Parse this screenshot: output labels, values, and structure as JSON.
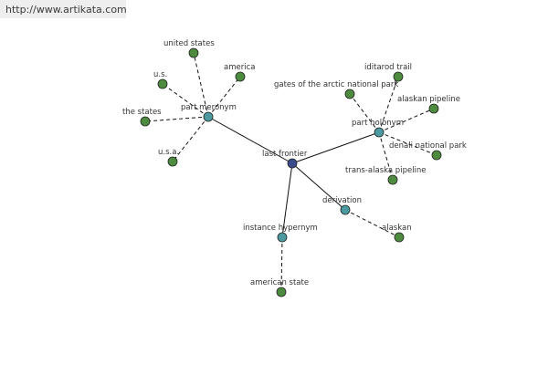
{
  "header": {
    "url": "http://www.artikata.com"
  },
  "colors": {
    "center": "#3b4a8c",
    "relation": "#4a9aa0",
    "leaf": "#4d8c3e"
  },
  "graph": {
    "nodes": [
      {
        "id": "center",
        "label": "last frontier",
        "kind": "center"
      },
      {
        "id": "part_meronym",
        "label": "part meronym",
        "kind": "relation"
      },
      {
        "id": "part_holonym",
        "label": "part holonym",
        "kind": "relation"
      },
      {
        "id": "derivation",
        "label": "derivation",
        "kind": "relation"
      },
      {
        "id": "instance_hypernym",
        "label": "instance hypernym",
        "kind": "relation"
      },
      {
        "id": "united_states",
        "label": "united states",
        "kind": "leaf"
      },
      {
        "id": "us",
        "label": "u.s.",
        "kind": "leaf"
      },
      {
        "id": "america",
        "label": "america",
        "kind": "leaf"
      },
      {
        "id": "the_states",
        "label": "the states",
        "kind": "leaf"
      },
      {
        "id": "usa",
        "label": "u.s.a.",
        "kind": "leaf"
      },
      {
        "id": "iditarod_trail",
        "label": "iditarod trail",
        "kind": "leaf"
      },
      {
        "id": "gates_arctic",
        "label": "gates of the arctic national park",
        "kind": "leaf"
      },
      {
        "id": "alaskan_pipeline",
        "label": "alaskan pipeline",
        "kind": "leaf"
      },
      {
        "id": "denali",
        "label": "denali national park",
        "kind": "leaf"
      },
      {
        "id": "trans_alaska",
        "label": "trans-alaska pipeline",
        "kind": "leaf"
      },
      {
        "id": "alaskan",
        "label": "alaskan",
        "kind": "leaf"
      },
      {
        "id": "american_state",
        "label": "american state",
        "kind": "leaf"
      }
    ],
    "edges": [
      {
        "from": "center",
        "to": "part_meronym",
        "style": "solid"
      },
      {
        "from": "center",
        "to": "part_holonym",
        "style": "solid"
      },
      {
        "from": "center",
        "to": "derivation",
        "style": "solid"
      },
      {
        "from": "center",
        "to": "instance_hypernym",
        "style": "solid"
      },
      {
        "from": "part_meronym",
        "to": "united_states",
        "style": "dashed"
      },
      {
        "from": "part_meronym",
        "to": "us",
        "style": "dashed"
      },
      {
        "from": "part_meronym",
        "to": "america",
        "style": "dashed"
      },
      {
        "from": "part_meronym",
        "to": "the_states",
        "style": "dashed"
      },
      {
        "from": "part_meronym",
        "to": "usa",
        "style": "dashed"
      },
      {
        "from": "part_holonym",
        "to": "iditarod_trail",
        "style": "dashed"
      },
      {
        "from": "part_holonym",
        "to": "gates_arctic",
        "style": "dashed"
      },
      {
        "from": "part_holonym",
        "to": "alaskan_pipeline",
        "style": "dashed"
      },
      {
        "from": "part_holonym",
        "to": "denali",
        "style": "dashed"
      },
      {
        "from": "part_holonym",
        "to": "trans_alaska",
        "style": "dashed"
      },
      {
        "from": "derivation",
        "to": "alaskan",
        "style": "dashed"
      },
      {
        "from": "instance_hypernym",
        "to": "american_state",
        "style": "dashed"
      }
    ]
  }
}
